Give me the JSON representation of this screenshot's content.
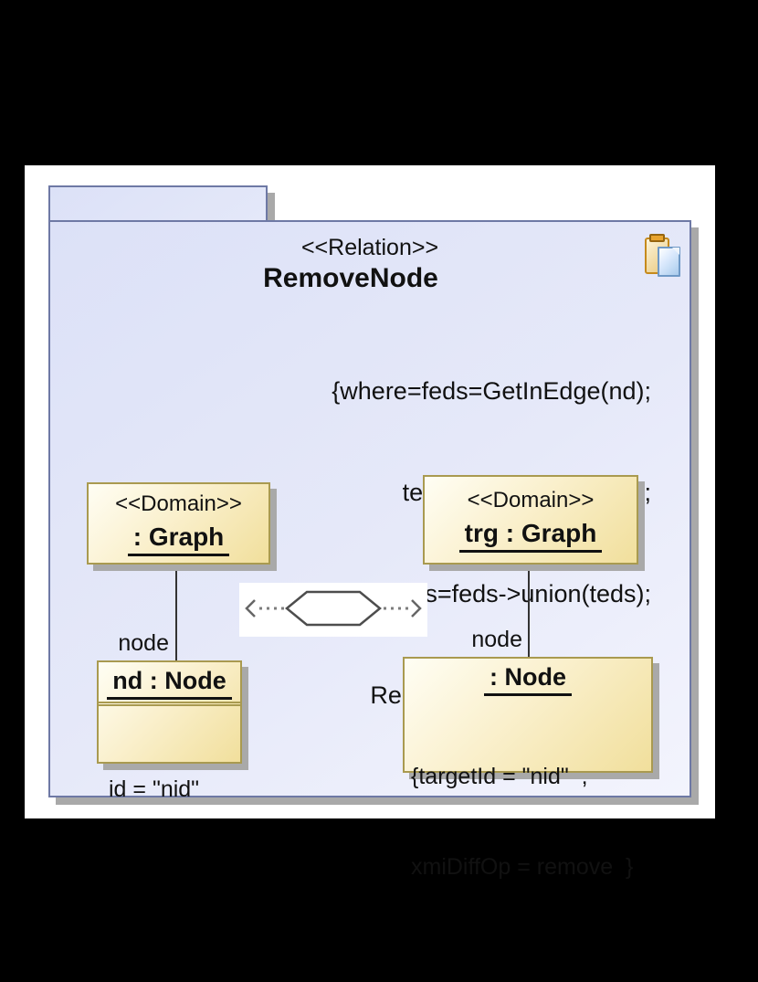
{
  "colors": {
    "pkg-border": "#6e79a5",
    "pkg-fill-a": "#dce1f7",
    "pkg-fill-b": "#f3f4fd",
    "box-border": "#a99a50",
    "box-fill-a": "#fffef4",
    "box-fill-b": "#f1df9c",
    "shadow": "#a9a9a9",
    "ink": "#111111"
  },
  "relation": {
    "stereotype": "<<Relation>>",
    "name": "RemoveNode",
    "where": [
      "{where=feds=GetInEdge(nd);",
      "teds=GetOutEdge(nd);",
      "alleds=feds->union(teds);",
      "RemoveEdge(alleds,trg);}"
    ]
  },
  "icons": {
    "paste": "clipboard-paste-icon"
  },
  "domains": [
    {
      "stereotype": "<<Domain>>",
      "name": ": Graph"
    },
    {
      "stereotype": "<<Domain>>",
      "name": "trg : Graph"
    }
  ],
  "edges": [
    {
      "label": "node"
    },
    {
      "label": "node"
    }
  ],
  "nodes": [
    {
      "name": "nd : Node",
      "attrs": [
        "id = \"nid\""
      ]
    },
    {
      "name": ": Node",
      "attrs": [
        "{targetId = \"nid\"  ,",
        "xmiDiffOp = remove  }"
      ]
    }
  ]
}
